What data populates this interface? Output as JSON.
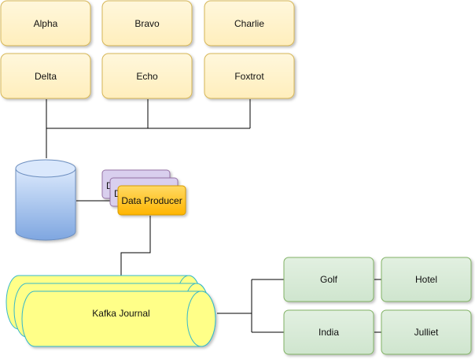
{
  "top_boxes": [
    "Alpha",
    "Bravo",
    "Charlie",
    "Delta",
    "Echo",
    "Foxtrot"
  ],
  "producer": {
    "label": "Data Producer",
    "stack_fragments": [
      "D",
      "D"
    ]
  },
  "journal": {
    "label": "Kafka Journal"
  },
  "right_boxes": [
    "Golf",
    "Hotel",
    "India",
    "Julliet"
  ],
  "colors": {
    "top_fill": "#fff2cc",
    "top_stroke": "#d6b656",
    "right_fill": "#d5e8d4",
    "right_stroke": "#82b366",
    "db_top": "#dae8fc",
    "db_bottom": "#7ea6e0",
    "db_stroke": "#6c8ebf",
    "stack_fill": "#e1d5e7",
    "stack_stroke": "#9673a6",
    "producer_fill": "#ffcd28",
    "producer_stroke": "#d79b00",
    "journal_fill": "#ffff88",
    "journal_stroke": "#36b8c9",
    "line": "#000000"
  }
}
